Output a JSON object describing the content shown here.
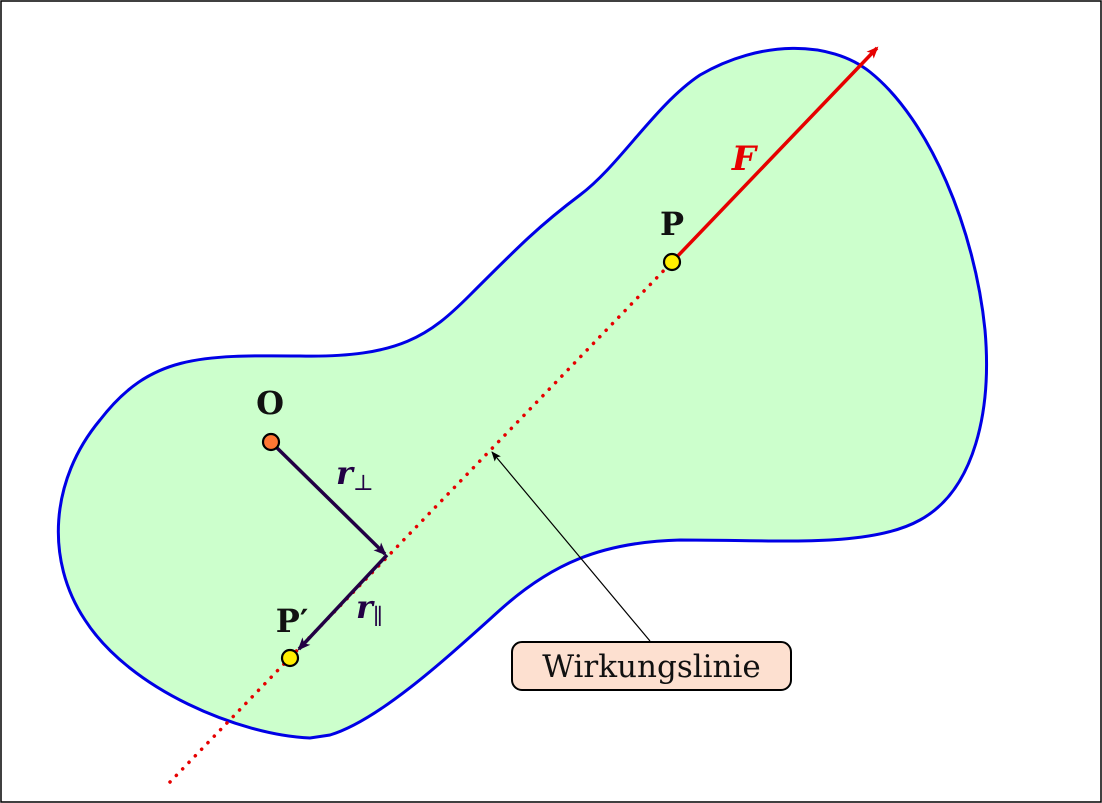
{
  "labels": {
    "point_o": "O",
    "point_p": "P",
    "point_p_prime": "P′",
    "force": "F",
    "r_perp_main": "r",
    "r_perp_sub": "⊥",
    "r_par_main": "r",
    "r_par_sub": "∥",
    "callout": "Wirkungslinie"
  },
  "colors": {
    "body_fill": "#ccffcc",
    "body_stroke": "#0000e6",
    "force": "#e60000",
    "line_of_action": "#e60000",
    "vectors": "#220044",
    "point_o": "#ff7733",
    "point_p": "#ffee00",
    "callout_fill": "#fde0d0"
  }
}
